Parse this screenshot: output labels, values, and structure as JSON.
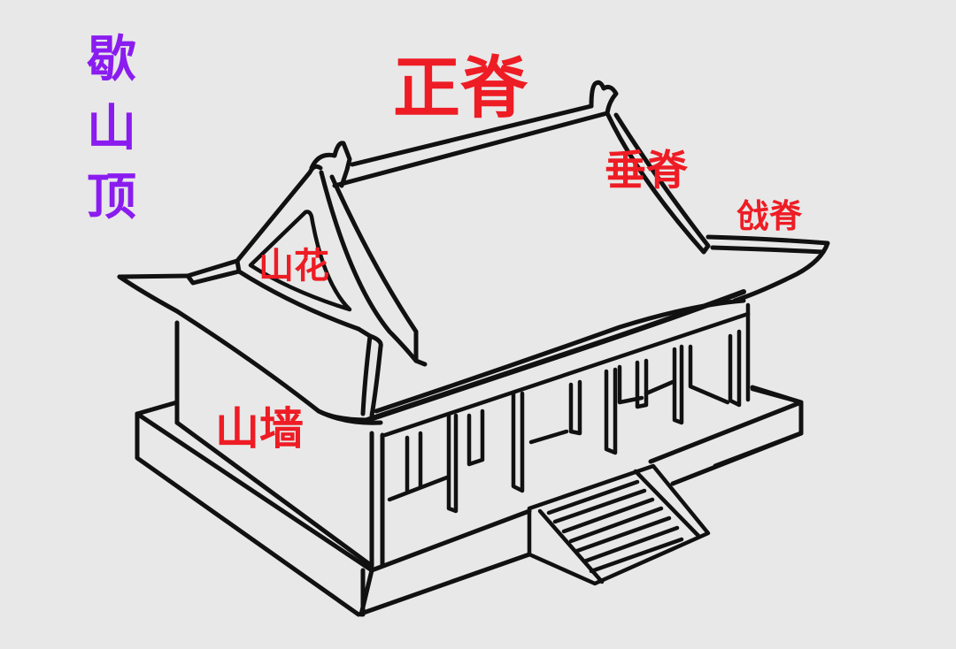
{
  "title": {
    "chars": [
      "歇",
      "山",
      "顶"
    ],
    "color": "#8a1cf0"
  },
  "labels": {
    "main_ridge": "正脊",
    "vertical_ridge": "垂脊",
    "diagonal_ridge": "戗脊",
    "gable_flower": "山花",
    "gable_wall": "山墙"
  },
  "colors": {
    "background": "#e8e8e8",
    "label": "#ee1c24",
    "line": "#111111"
  }
}
